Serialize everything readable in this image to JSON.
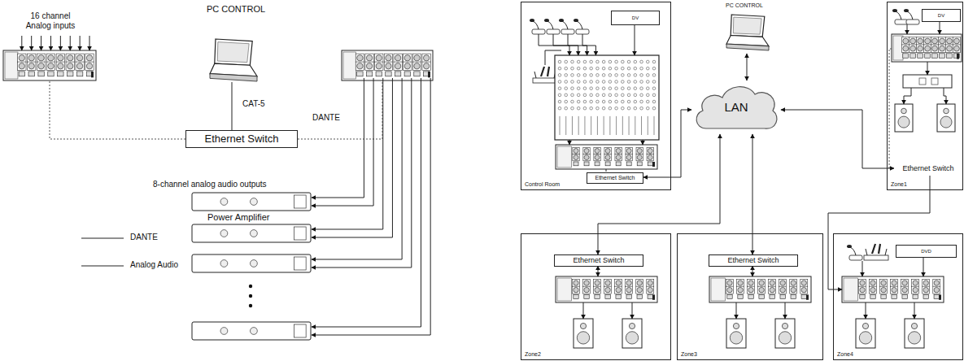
{
  "diagram": {
    "nodes": [
      {
        "text": [
          "Ethernet Switch"
        ]
      },
      {
        "text": [
          "Control Room"
        ]
      },
      {
        "text": [
          "DV"
        ],
        "in": 1
      },
      {
        "text": [
          "Ethernet Switch"
        ],
        "in": 1
      },
      {
        "text": [
          "LAN"
        ]
      },
      {
        "text": [
          "Zone1"
        ]
      },
      {
        "text": [
          "DV"
        ],
        "in": 5
      },
      {
        "text": [
          "Ethernet Switch"
        ],
        "in": 5
      },
      {
        "text": [
          "Zone2"
        ]
      },
      {
        "text": [
          "Ethernet Switch"
        ],
        "in": 8
      },
      {
        "text": [
          "Zone3"
        ]
      },
      {
        "text": [
          "Ethernet Switch"
        ],
        "in": 10
      },
      {
        "text": [
          "Zone4"
        ]
      },
      {
        "text": [
          "DVD"
        ],
        "in": 12
      }
    ],
    "edges": [
      {
        "from": 3,
        "to": 4,
        "arrow": "both"
      },
      {
        "from": 4,
        "to": 7,
        "arrow": "both"
      },
      {
        "from": 9,
        "to": 4,
        "arrow": "both"
      },
      {
        "from": 11,
        "to": 4,
        "arrow": "both"
      },
      {
        "from": 7,
        "to": 12,
        "arrow": "none"
      }
    ],
    "labels": [
      "16 channel Analog inputs",
      "PC CONTROL",
      "CAT-5",
      "DANTE",
      "8-channel analog audio outputs",
      "Power Amplifier",
      "PC CONTROL"
    ],
    "legend": [
      {
        "text": "DANTE"
      },
      {
        "text": "Analog Audio"
      }
    ]
  }
}
